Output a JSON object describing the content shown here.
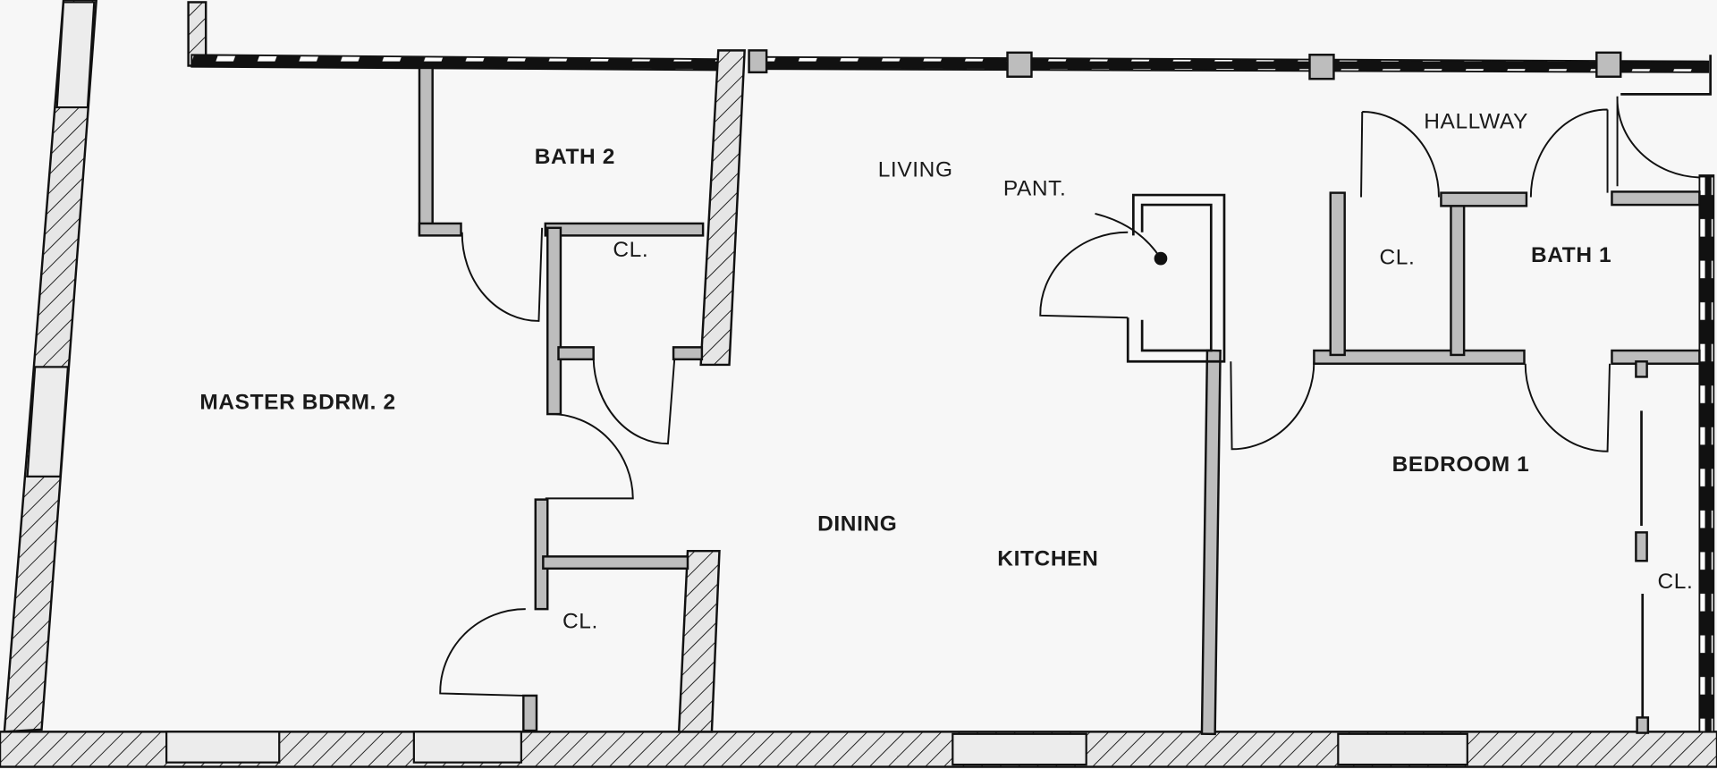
{
  "plan": {
    "rooms": {
      "master_bedroom": "MASTER BDRM. 2",
      "bath2": "BATH 2",
      "closet_bath2": "CL.",
      "closet_master": "CL.",
      "living": "LIVING",
      "pantry": "PANT.",
      "dining": "DINING",
      "kitchen": "KITCHEN",
      "hallway": "HALLWAY",
      "closet_hall": "CL.",
      "bath1": "BATH 1",
      "bedroom1": "BEDROOM 1",
      "closet_bedroom1": "CL."
    },
    "colors": {
      "wall_fill": "#bdbdbd",
      "line": "#111111",
      "background": "#f7f7f7"
    }
  }
}
